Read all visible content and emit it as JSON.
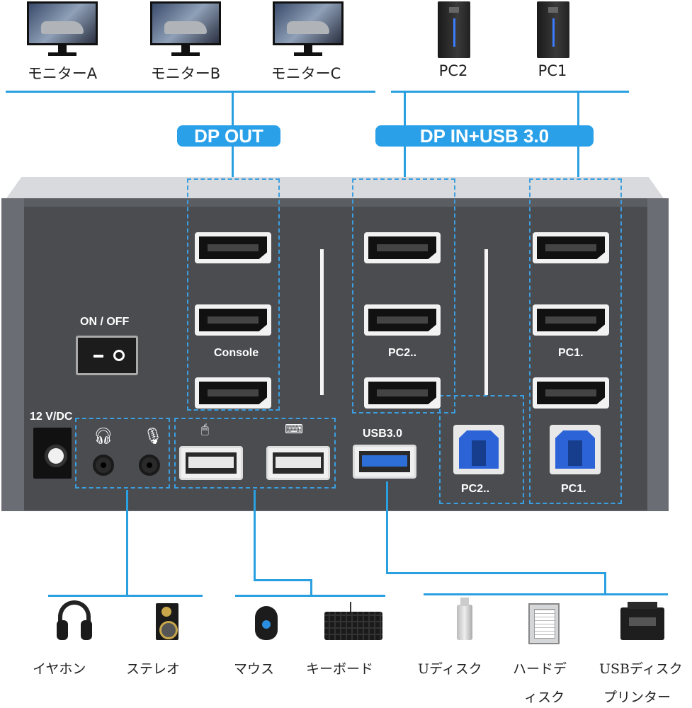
{
  "monitors": [
    {
      "label": "モニターA"
    },
    {
      "label": "モニターB"
    },
    {
      "label": "モニターC"
    }
  ],
  "pcs": [
    {
      "label": "PC2"
    },
    {
      "label": "PC1"
    }
  ],
  "groups": {
    "dp_out": "DP OUT",
    "dp_in": "DP IN+USB 3.0"
  },
  "panel": {
    "power_label": "ON / OFF",
    "dc_label": "12 V/DC",
    "console_label": "Console",
    "pc2_dp_label": "PC2..",
    "pc1_dp_label": "PC1.",
    "usb3_label": "USB3.0",
    "pc2_usb_label": "PC2..",
    "pc1_usb_label": "PC1."
  },
  "peripherals": {
    "earphone": "イヤホン",
    "stereo": "ステレオ",
    "mouse": "マウス",
    "keyboard": "キーボード",
    "udisk": "Uディスク",
    "hdd_line1": "ハードデ",
    "hdd_line2": "ィスク",
    "printer_line1": "USBディスク",
    "printer_line2": "プリンター"
  },
  "colors": {
    "accent": "#2aa0e8",
    "chassis": "#4a4c50"
  }
}
